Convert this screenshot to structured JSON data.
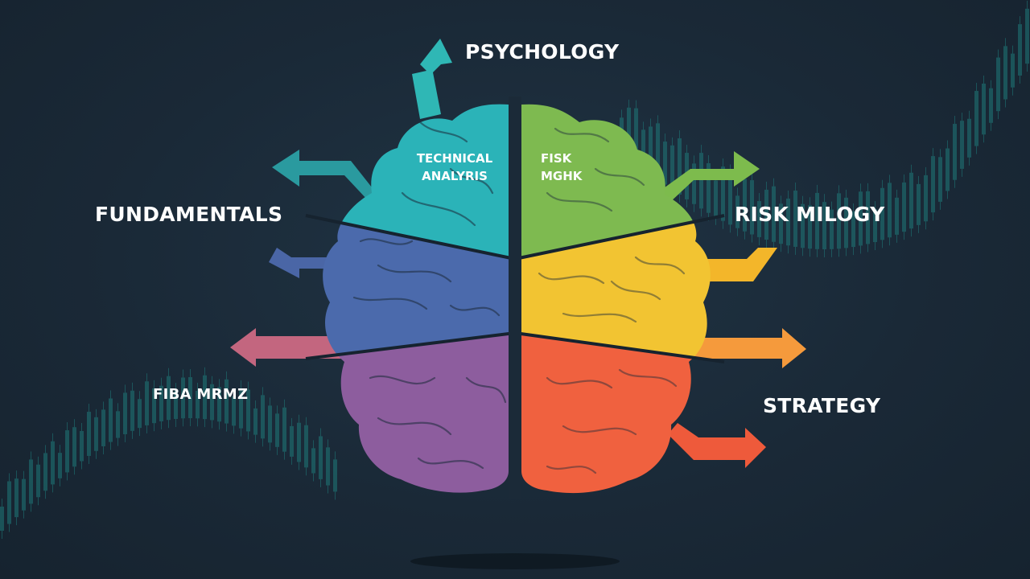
{
  "labels": {
    "psychology": "PSYCHOLOGY",
    "fundamentals": "FUNDAMENTALS",
    "risk_milogy": "RISK MILOGY",
    "strategy": "STRATEGY",
    "fiba_mrmz": "FIBA MRMZ"
  },
  "brain_text": {
    "technical_line1": "TECHNICAL",
    "technical_line2": "ANALYRIS",
    "risk_line1": "FISK",
    "risk_line2": "MGHK"
  },
  "colors": {
    "background": "#1b2a38",
    "teal": "#2bb3b8",
    "green": "#7eba50",
    "blue": "#4b6aac",
    "yellow": "#f2c432",
    "purple": "#8d5d9e",
    "orange": "#f0613f",
    "pink": "#c4657f",
    "amber": "#f59a3c",
    "candles": "#1f7a7a"
  },
  "icons": {
    "brain": "brain-icon",
    "arrows": "arrow-icon"
  }
}
